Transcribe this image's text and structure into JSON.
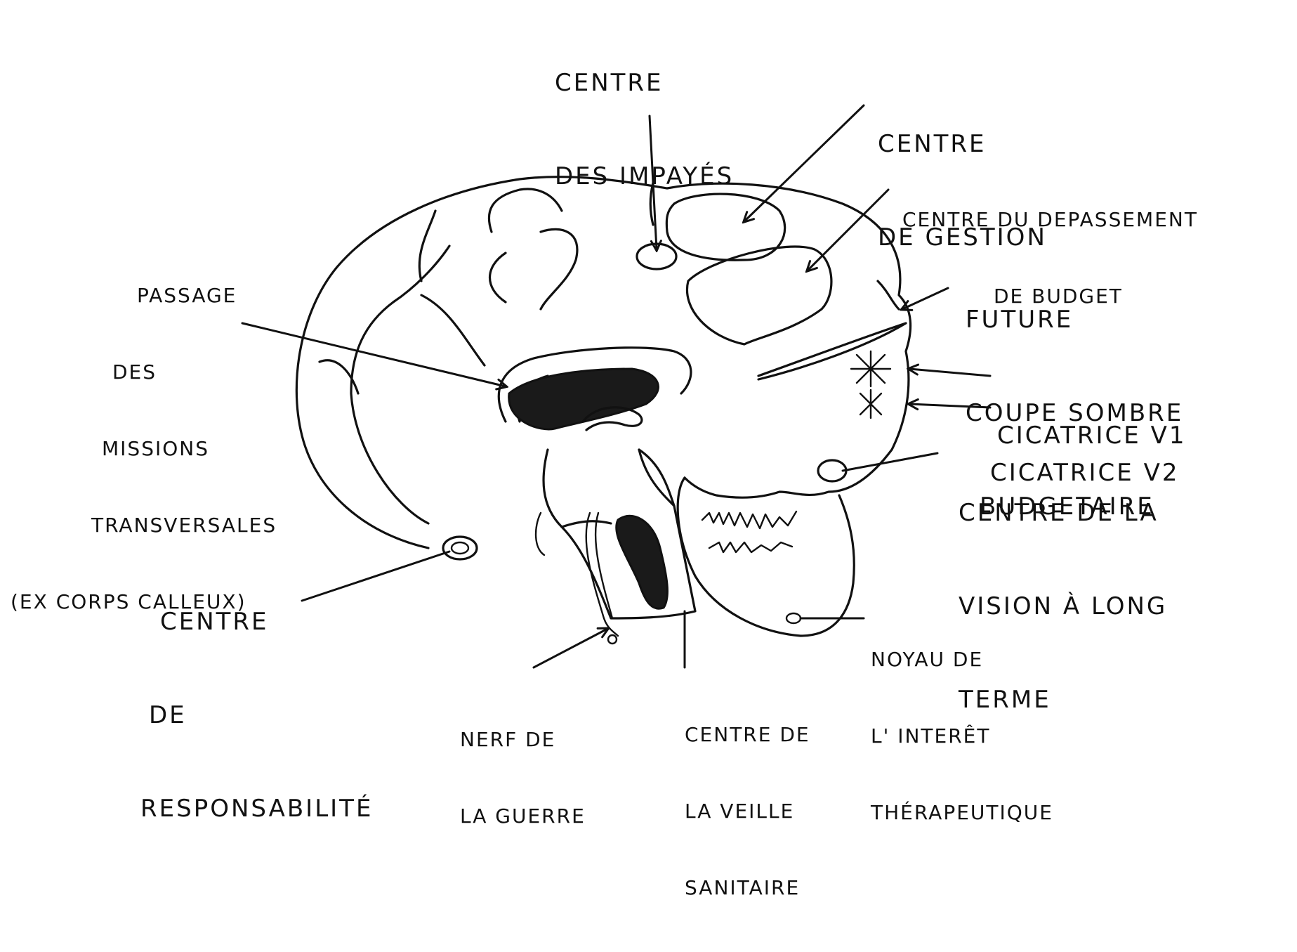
{
  "labels": {
    "centre_impayes": [
      "CENTRE",
      "DES IMPAYÉS"
    ],
    "centre_gestion": [
      "CENTRE",
      "DE GESTION"
    ],
    "centre_depassement": [
      "CENTRE DU DEPASSEMENT",
      "DE BUDGET"
    ],
    "future_coupe": [
      "FUTURE",
      "COUPE SOMBRE",
      "BUDGETAIRE"
    ],
    "cicatrice_v1": "CICATRICE V1",
    "cicatrice_v2": "CICATRICE V2",
    "centre_vision": [
      "CENTRE DE LA",
      "VISION À LONG",
      "TERME"
    ],
    "noyau_interet": [
      "NOYAU DE",
      "L' INTERÊT",
      "THÉRAPEUTIQUE"
    ],
    "centre_veille": [
      "CENTRE DE",
      "LA VEILLE",
      "SANITAIRE"
    ],
    "nerf_guerre": [
      "NERF DE",
      "LA GUERRE"
    ],
    "centre_responsabilite": [
      "CENTRE",
      "DE",
      "RESPONSABILITÉ"
    ],
    "passage_missions": [
      "PASSAGE",
      "DES",
      "MISSIONS",
      "TRANSVERSALES",
      "(EX CORPS CALLEUX)"
    ]
  }
}
